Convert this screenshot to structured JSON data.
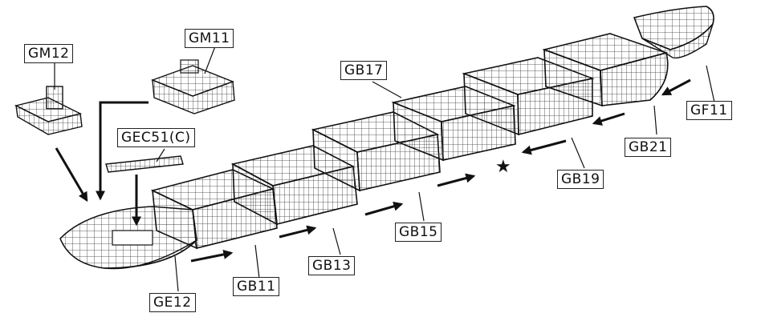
{
  "labels": {
    "gm12": "GM12",
    "gm11": "GM11",
    "gec51": "GEC51(C)",
    "gb17": "GB17",
    "gf11": "GF11",
    "gb21": "GB21",
    "gb19": "GB19",
    "gb15": "GB15",
    "gb13": "GB13",
    "gb11": "GB11",
    "ge12": "GE12"
  },
  "marker": "★"
}
